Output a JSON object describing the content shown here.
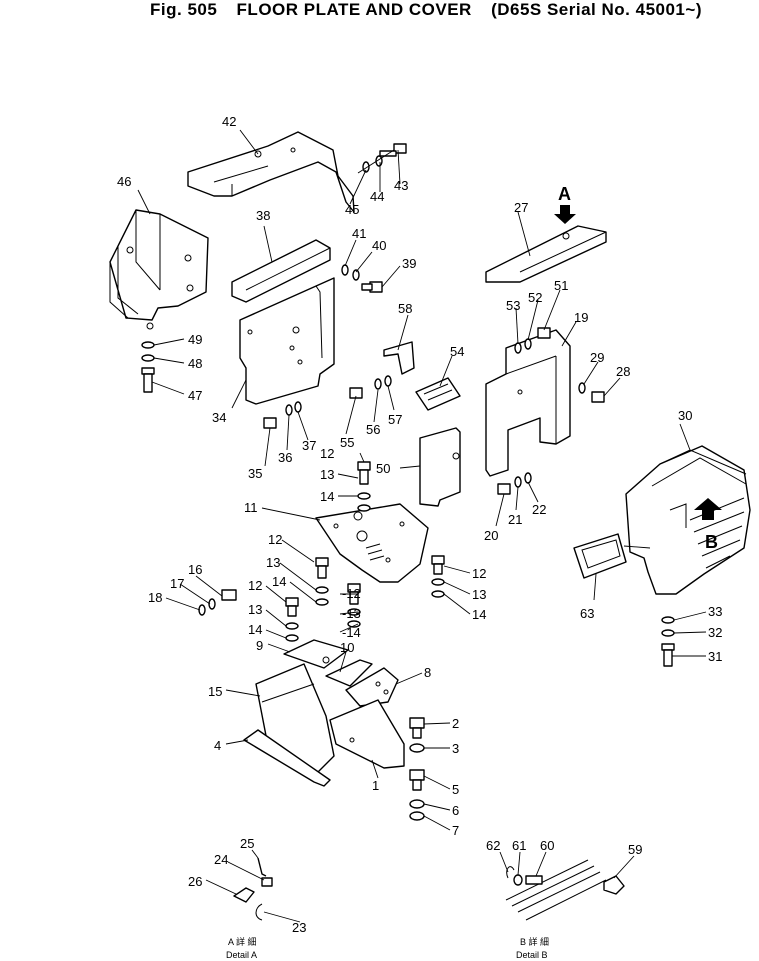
{
  "title": {
    "fig": "Fig. 505",
    "name": "FLOOR PLATE AND COVER",
    "serial": "(D65S Serial No. 45001~)"
  },
  "views": {
    "a_letter": "A",
    "b_letter": "B",
    "detail_a_jp": "A 詳 細",
    "detail_a_en": "Detail A",
    "detail_b_jp": "B 詳 細",
    "detail_b_en": "Detail B"
  },
  "callouts": {
    "c1": "1",
    "c2": "2",
    "c3": "3",
    "c4": "4",
    "c5": "5",
    "c6": "6",
    "c7": "7",
    "c8": "8",
    "c9": "9",
    "c10": "10",
    "c11": "11",
    "c12a": "12",
    "c12b": "12",
    "c12c": "12",
    "c12d": "12",
    "c12e": "-12",
    "c13a": "13",
    "c13b": "13",
    "c13c": "13",
    "c13d": "13",
    "c13e": "-13",
    "c14a": "14",
    "c14b": "14",
    "c14c": "14",
    "c14d": "14",
    "c14e": "-14",
    "c15": "15",
    "c16": "16",
    "c17": "17",
    "c18": "18",
    "c19": "19",
    "c20": "20",
    "c21": "21",
    "c22": "22",
    "c23": "23",
    "c24": "24",
    "c25": "25",
    "c26": "26",
    "c27": "27",
    "c28": "28",
    "c29": "29",
    "c30": "30",
    "c31": "31",
    "c32": "32",
    "c33": "33",
    "c34": "34",
    "c35": "35",
    "c36": "36",
    "c37": "37",
    "c38": "38",
    "c39": "39",
    "c40": "40",
    "c41": "41",
    "c42": "42",
    "c43": "43",
    "c44": "44",
    "c45": "45",
    "c46": "46",
    "c47": "47",
    "c48": "48",
    "c49": "49",
    "c50": "50",
    "c51": "51",
    "c52": "52",
    "c53": "53",
    "c54": "54",
    "c55": "55",
    "c56": "56",
    "c57": "57",
    "c58": "58",
    "c59": "59",
    "c60": "60",
    "c61": "61",
    "c62": "62",
    "c63": "63"
  }
}
